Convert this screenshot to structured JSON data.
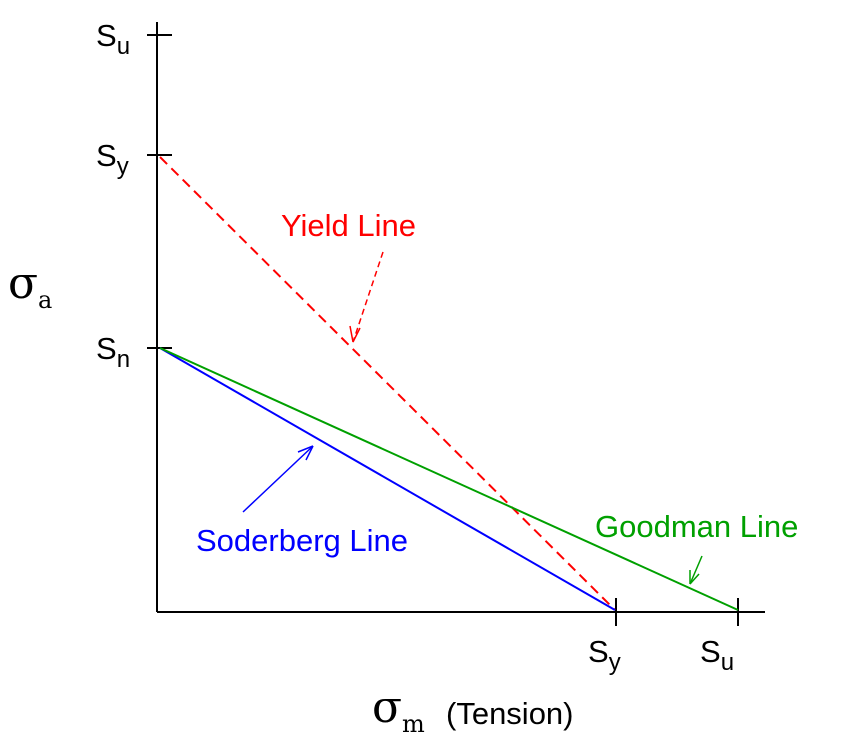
{
  "colors": {
    "axis": "#000000",
    "yield": "#ff0000",
    "soderberg": "#0000ff",
    "goodman": "#00a000"
  },
  "y_axis": {
    "symbol": "σ",
    "subscript": "a",
    "ticks": [
      {
        "base": "S",
        "sub": "u"
      },
      {
        "base": "S",
        "sub": "y"
      },
      {
        "base": "S",
        "sub": "n"
      }
    ]
  },
  "x_axis": {
    "symbol": "σ",
    "subscript": "m",
    "note": "(Tension)",
    "ticks": [
      {
        "base": "S",
        "sub": "y"
      },
      {
        "base": "S",
        "sub": "u"
      }
    ]
  },
  "lines": {
    "yield": "Yield Line",
    "soderberg": "Soderberg Line",
    "goodman": "Goodman Line"
  }
}
